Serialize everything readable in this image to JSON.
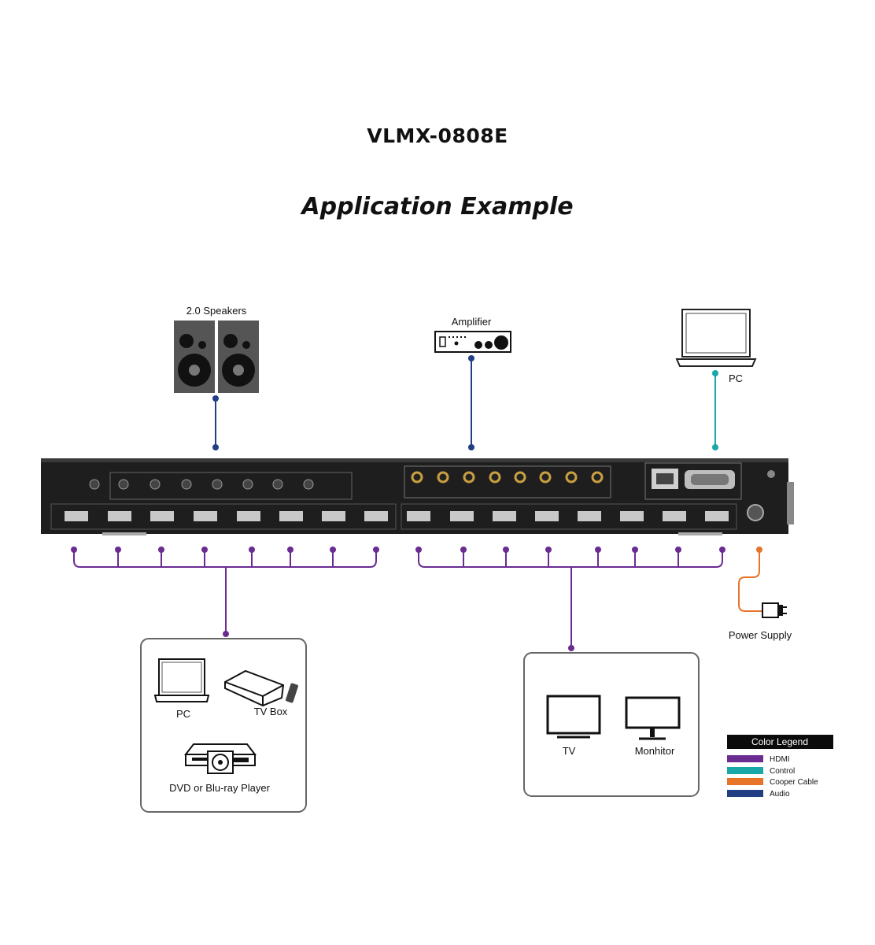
{
  "title": "VLMX-0808E",
  "subtitle": "Application Example",
  "devices": {
    "speakers": "2.0 Speakers",
    "amplifier": "Amplifier",
    "pc_control": "PC",
    "power_supply": "Power Supply"
  },
  "sources_box": {
    "pc": "PC",
    "tv_box": "TV Box",
    "dvd": "DVD or Blu-ray Player"
  },
  "displays_box": {
    "tv": "TV",
    "monitor": "Monhitor"
  },
  "legend": {
    "title": "Color Legend",
    "items": [
      {
        "label": "HDMI",
        "color": "#6a2c91"
      },
      {
        "label": "Control",
        "color": "#1aa7a7"
      },
      {
        "label": "Cooper Cable",
        "color": "#e8742a"
      },
      {
        "label": "Audio",
        "color": "#223f84"
      }
    ]
  },
  "colors": {
    "hdmi": "#6a2c91",
    "control": "#1aa7a7",
    "copper": "#e8742a",
    "audio": "#223f84"
  }
}
